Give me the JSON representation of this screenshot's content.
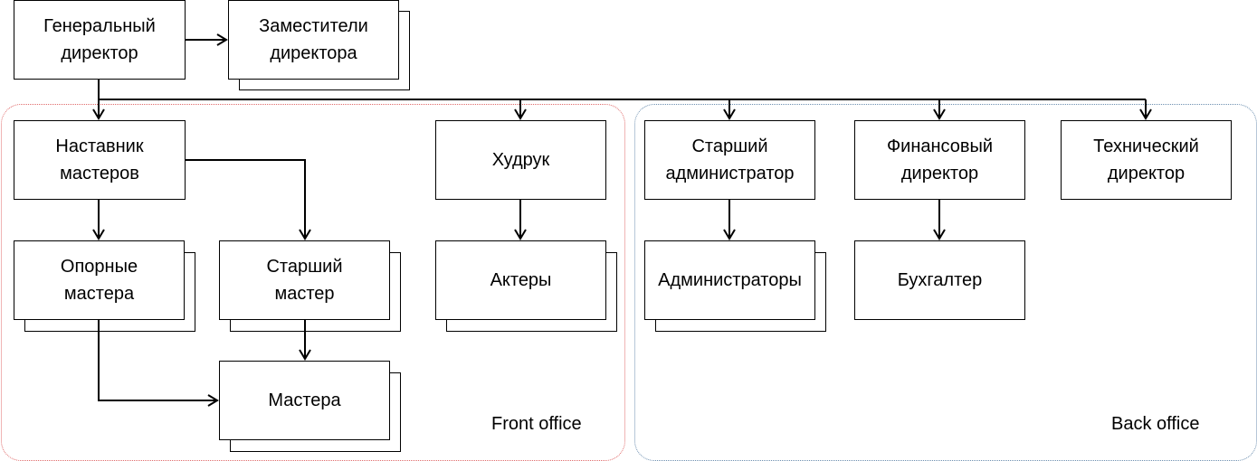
{
  "colors": {
    "front_border": "#e06b6b",
    "back_border": "#6d8fb0",
    "line": "#000000"
  },
  "nodes": {
    "ceo": "Генеральный\nдиректор",
    "deputies": "Заместители\nдиректора",
    "mentor": "Наставник\nмастеров",
    "art_director": "Худрук",
    "senior_admin": "Старший\nадминистратор",
    "cfo": "Финансовый\nдиректор",
    "cto": "Технический\nдиректор",
    "core_masters": "Опорные\nмастера",
    "senior_master": "Старший\nмастер",
    "actors": "Актеры",
    "admins": "Администраторы",
    "accountant": "Бухгалтер",
    "masters": "Мастера"
  },
  "groups": {
    "front": "Front office",
    "back": "Back office"
  }
}
